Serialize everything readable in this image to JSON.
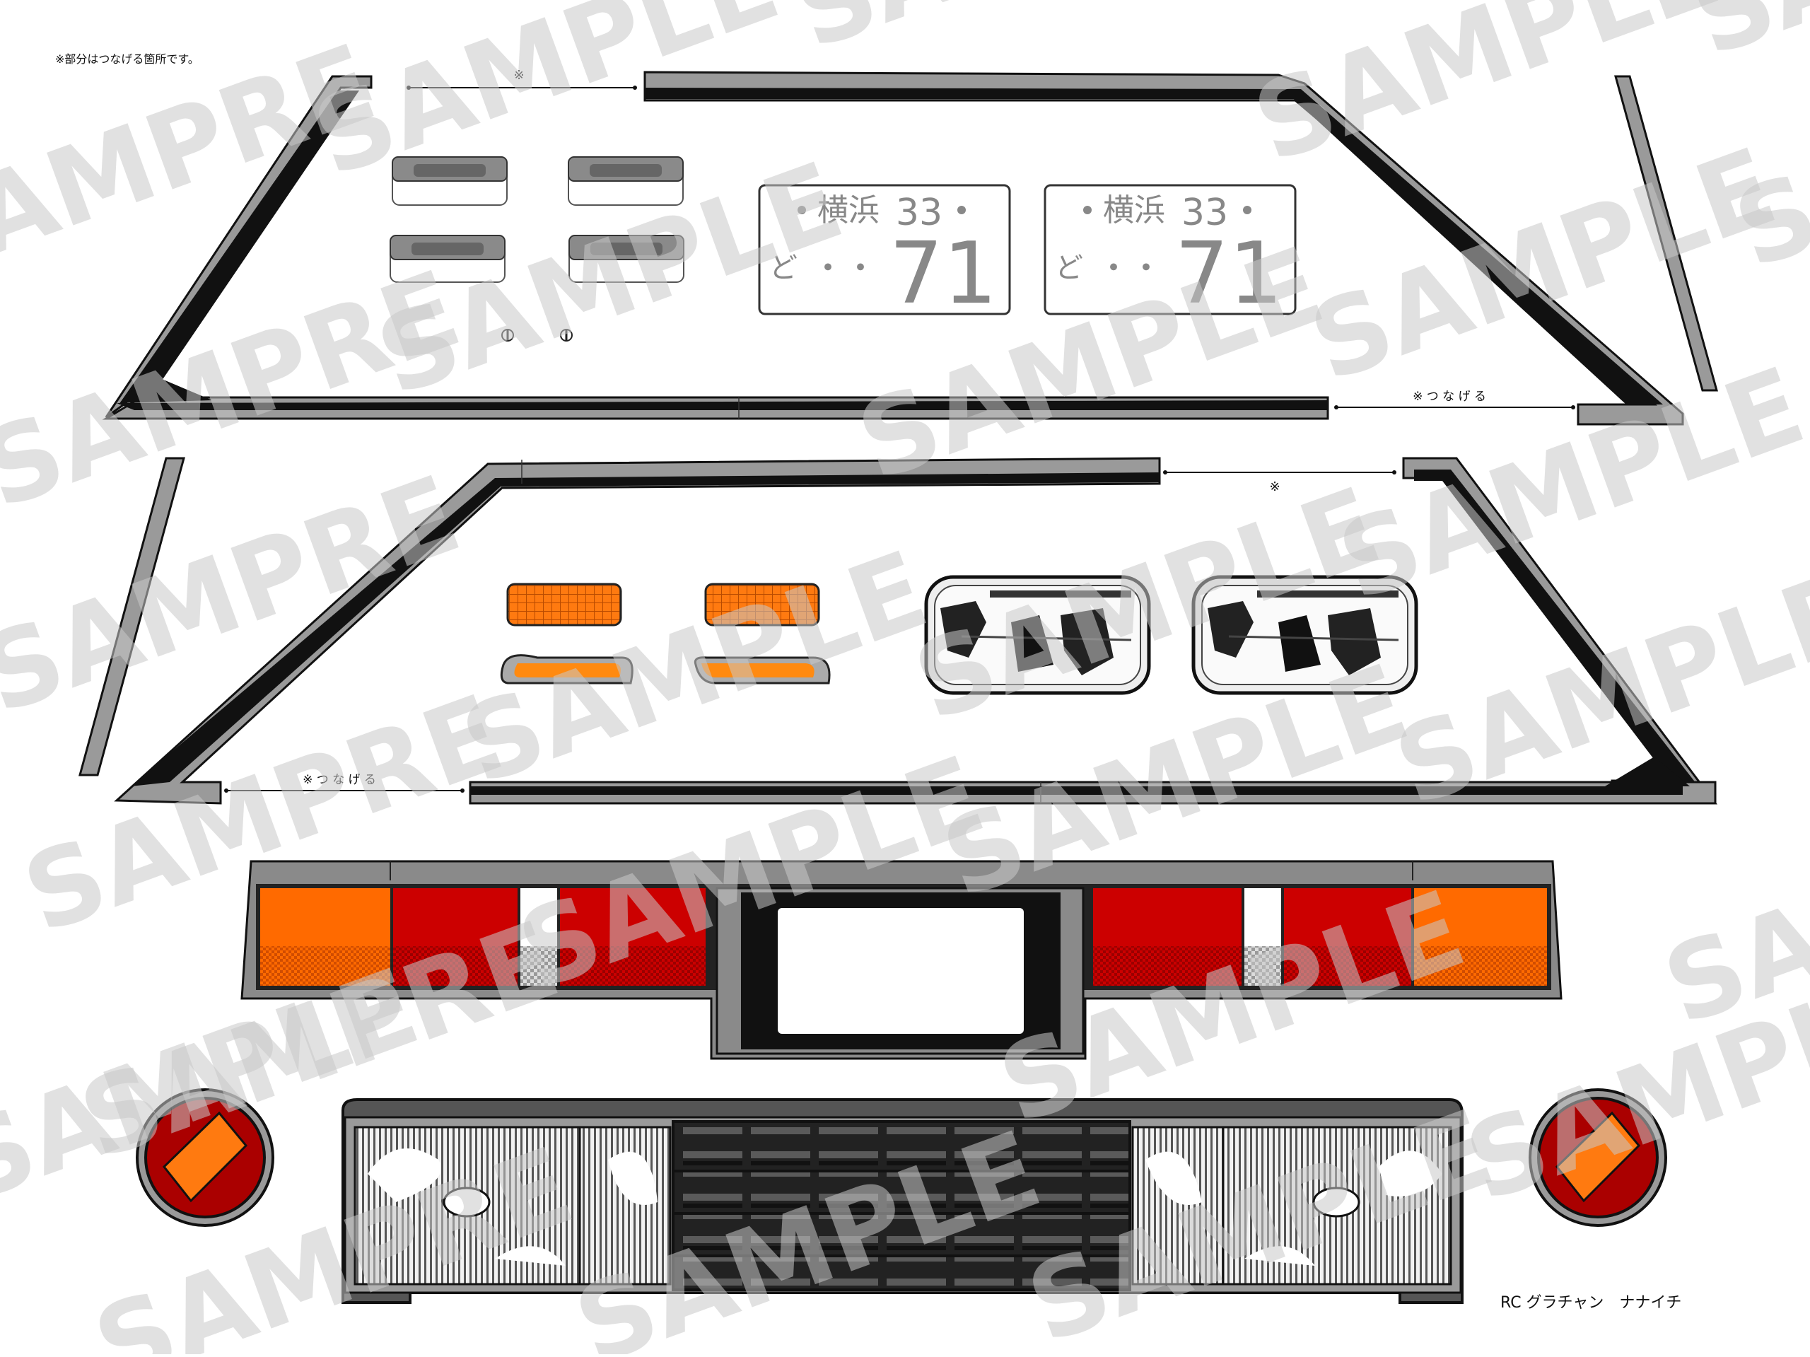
{
  "top_note": "※部分はつなげる箇所です。",
  "credit": "RC グラチャン　ナナイチ",
  "connect_mark": "※",
  "connect_label": "※ つ な げ る",
  "watermark_words": [
    "SAMPLE",
    "SAMPRE"
  ],
  "license_plates": [
    {
      "region": "横浜",
      "class_number": "33",
      "hiragana": "ど",
      "number_dots": "・・",
      "number": "71"
    },
    {
      "region": "横浜",
      "class_number": "33",
      "hiragana": "ど",
      "number_dots": "・・",
      "number": "71"
    }
  ],
  "colors": {
    "frame_gray": "#9a9a9a",
    "frame_black": "#111111",
    "amber": "#ff6a00",
    "red": "#cc0000",
    "watermark": "#c8c8c8"
  }
}
